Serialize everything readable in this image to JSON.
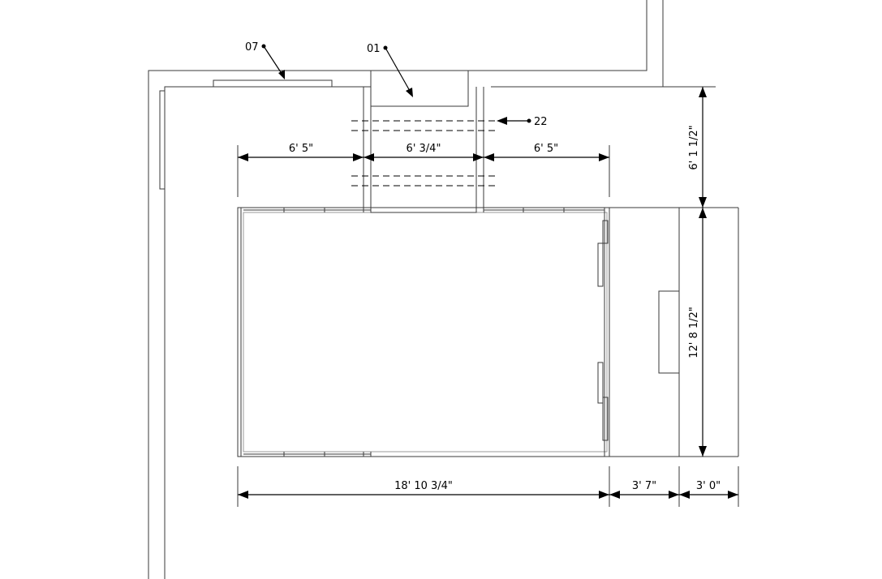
{
  "dimensions": {
    "top_left_width": "6' 5\"",
    "top_mid_width": "6' 3/4\"",
    "top_right_width": "6' 5\"",
    "bottom_total_width": "18' 10 3/4\"",
    "bottom_mid_width": "3' 7\"",
    "bottom_right_width": "3' 0\"",
    "right_upper_height": "6' 1 1/2\"",
    "right_lower_height": "12' 8 1/2\""
  },
  "callouts": {
    "c07": "07",
    "c01": "01",
    "c22": "22"
  }
}
